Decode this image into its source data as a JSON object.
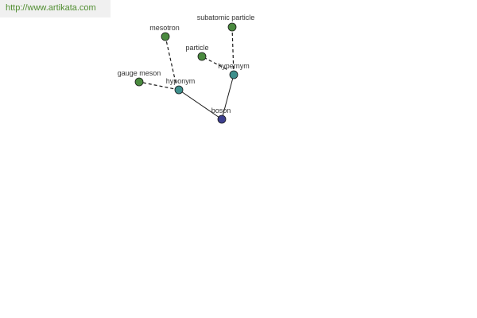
{
  "header": {
    "url_text": "http://www.artikata.com"
  },
  "colors": {
    "url_green": "#4f8d2f",
    "leaf_green": "#4a8a3f",
    "hub_teal": "#3e8f8c",
    "root_blue": "#3d3f8f"
  },
  "graph": {
    "nodes": {
      "boson": "boson",
      "hyponym": "hyponym",
      "hypernym": "hypernym",
      "mesotron": "mesotron",
      "gauge_meson": "gauge meson",
      "particle": "particle",
      "subatomic_particle": "subatomic particle"
    }
  }
}
